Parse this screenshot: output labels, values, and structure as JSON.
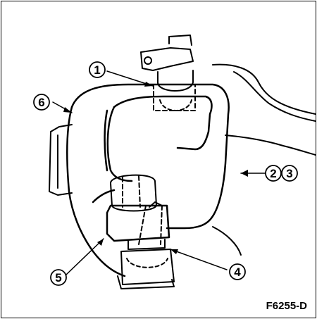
{
  "figure": {
    "code": "F6255-D",
    "line_color": "#000000",
    "background": "#ffffff"
  },
  "callouts": [
    {
      "label": "1"
    },
    {
      "label": "2"
    },
    {
      "label": "3"
    },
    {
      "label": "4"
    },
    {
      "label": "5"
    },
    {
      "label": "6"
    }
  ]
}
